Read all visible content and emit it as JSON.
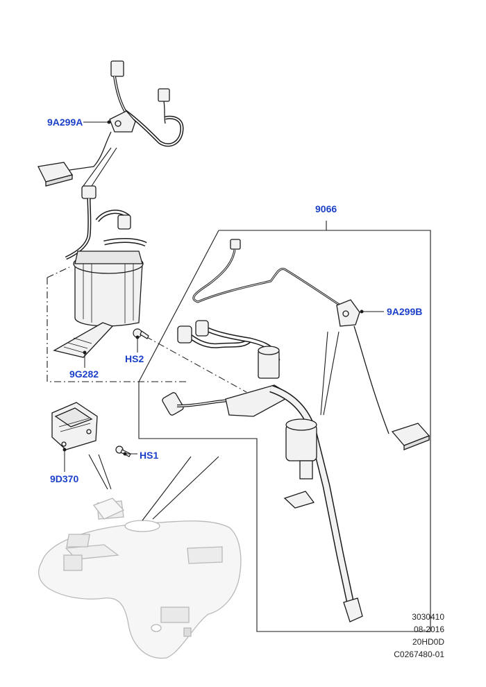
{
  "callouts": {
    "fuel_level_sensor_front": "9A299A",
    "fuel_pump_module_kit": "9066",
    "fuel_level_sensor_rear": "9A299B",
    "screw_hs2": "HS2",
    "fuel_pump_body": "9G282",
    "fuel_pump_module_control": "9D370",
    "screw_hs1": "HS1"
  },
  "drawing_info": {
    "number": "3030410",
    "date": "08-2016",
    "model_code": "20HD0D",
    "reference": "C0267480-01"
  },
  "colors": {
    "callout_text": "#1a3fc8",
    "line_art": "#1a1a1a",
    "ghost_tank": "#b8b8b8",
    "part_fill": "#f2f2f2"
  }
}
